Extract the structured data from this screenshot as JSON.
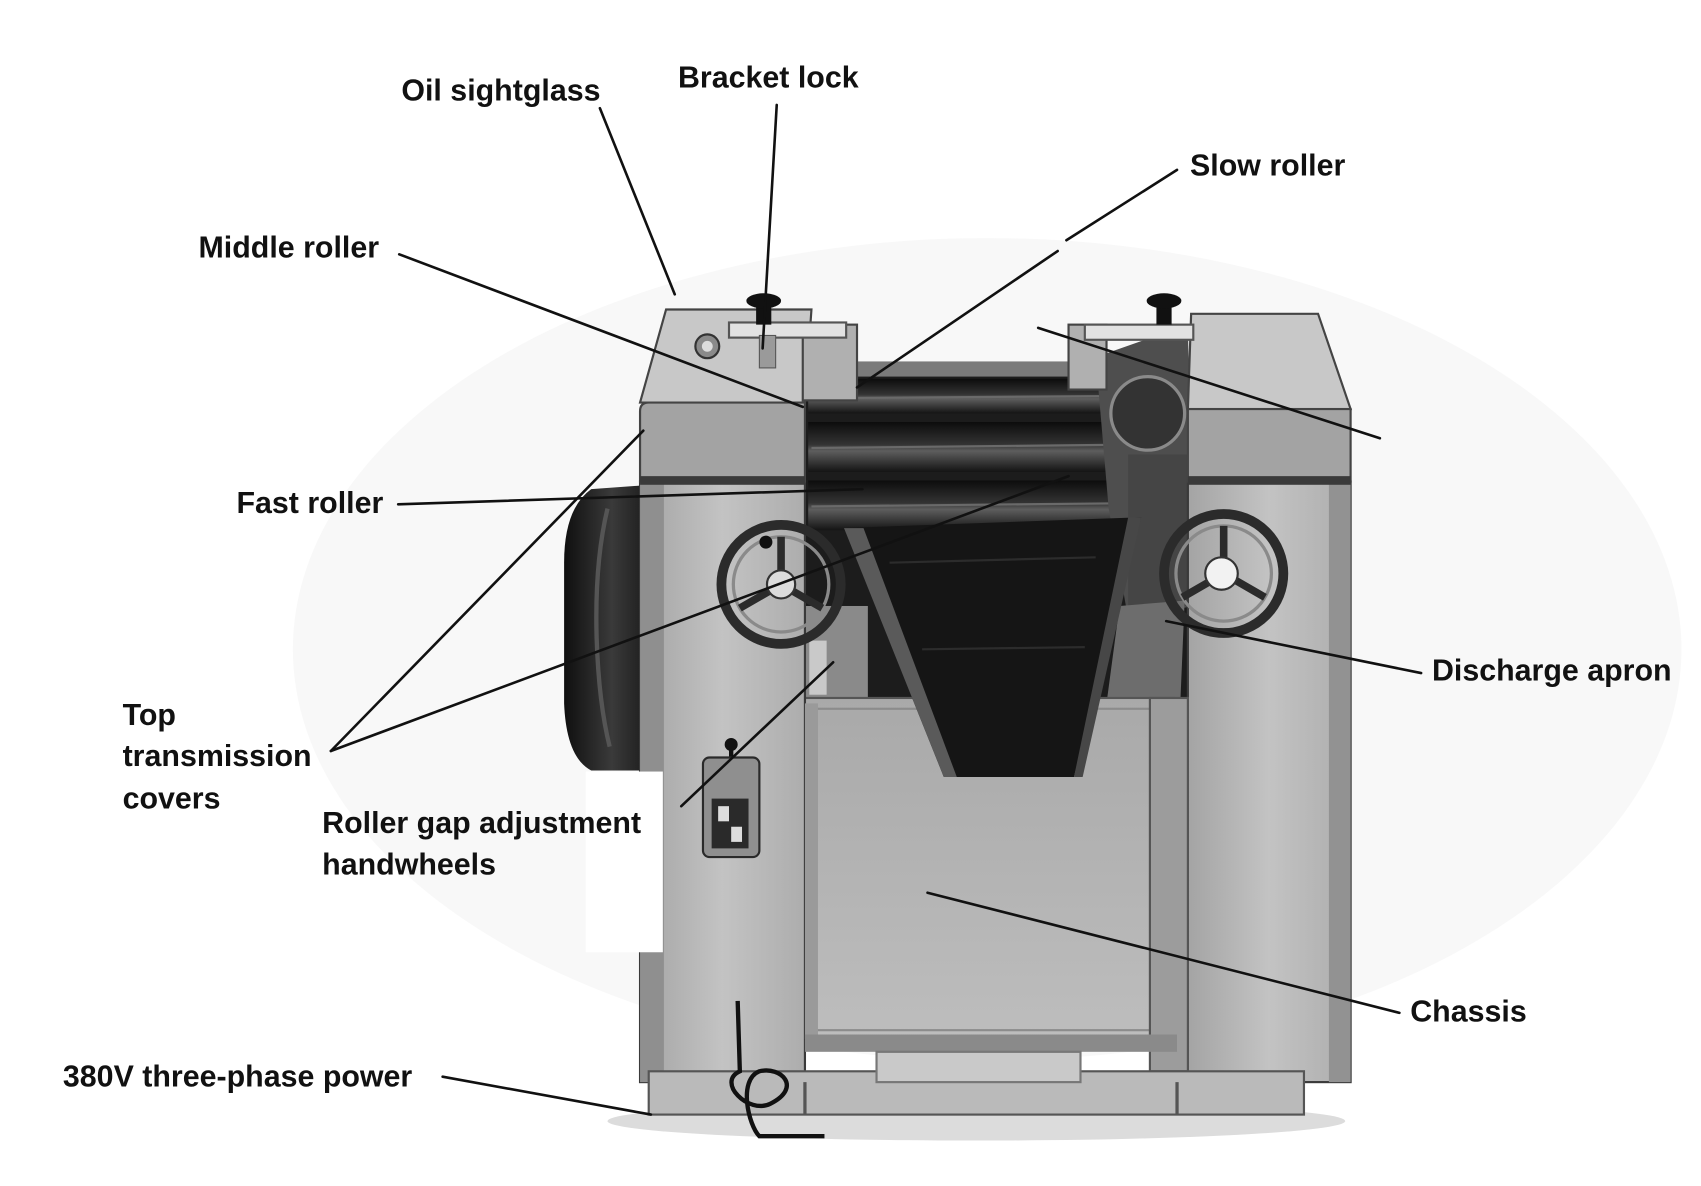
{
  "diagram": {
    "labels": {
      "oil_sightglass": "Oil sightglass",
      "bracket_lock": "Bracket lock",
      "slow_roller": "Slow roller",
      "middle_roller": "Middle roller",
      "fast_roller": "Fast roller",
      "discharge_apron": "Discharge apron",
      "top_transmission_covers": [
        "Top",
        "transmission",
        "covers"
      ],
      "roller_gap_adjustment_handwheels": [
        "Roller gap adjustment",
        "handwheels"
      ],
      "chassis": "Chassis",
      "power": "380V three-phase power"
    },
    "colors": {
      "label_text": "#111111",
      "leader_line": "#111111",
      "background": "#ffffff"
    }
  }
}
